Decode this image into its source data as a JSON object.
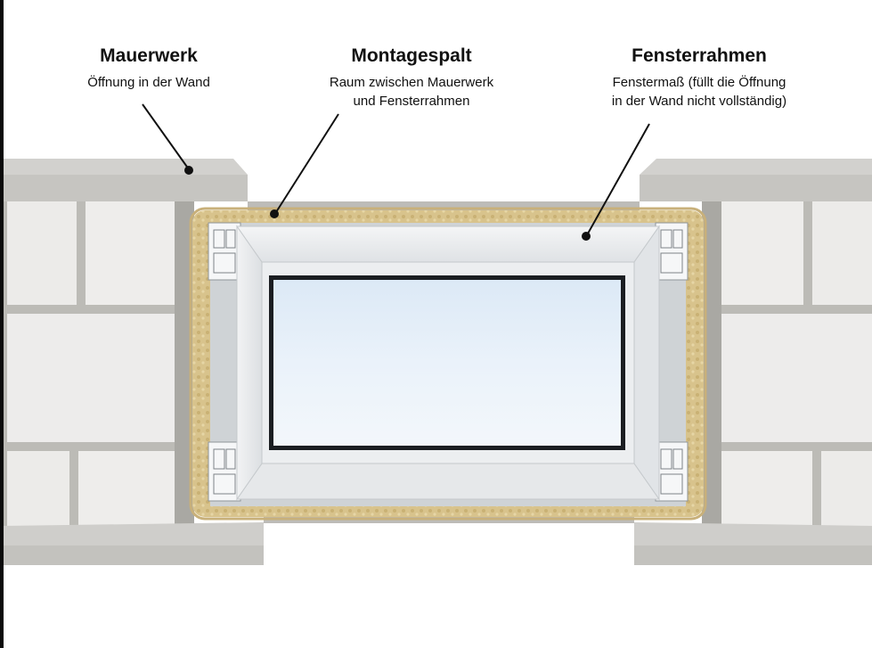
{
  "labels": {
    "mauerwerk": {
      "title": "Mauerwerk",
      "desc": "Öffnung in der Wand"
    },
    "montagespalt": {
      "title": "Montagespalt",
      "desc": "Raum zwischen Mauerwerk\nund Fensterrahmen"
    },
    "fensterrahmen": {
      "title": "Fensterrahmen",
      "desc": "Fenstermaß (füllt die Öffnung\nin der Wand nicht vollständig)"
    }
  },
  "colors": {
    "block": "#ebebea",
    "mortar": "#b9b8b3",
    "concrete": "#cfcecb",
    "foam": "#d9c48e",
    "frame": "#e9ebed",
    "glass": "#e4eef8",
    "leader": "#111111"
  }
}
